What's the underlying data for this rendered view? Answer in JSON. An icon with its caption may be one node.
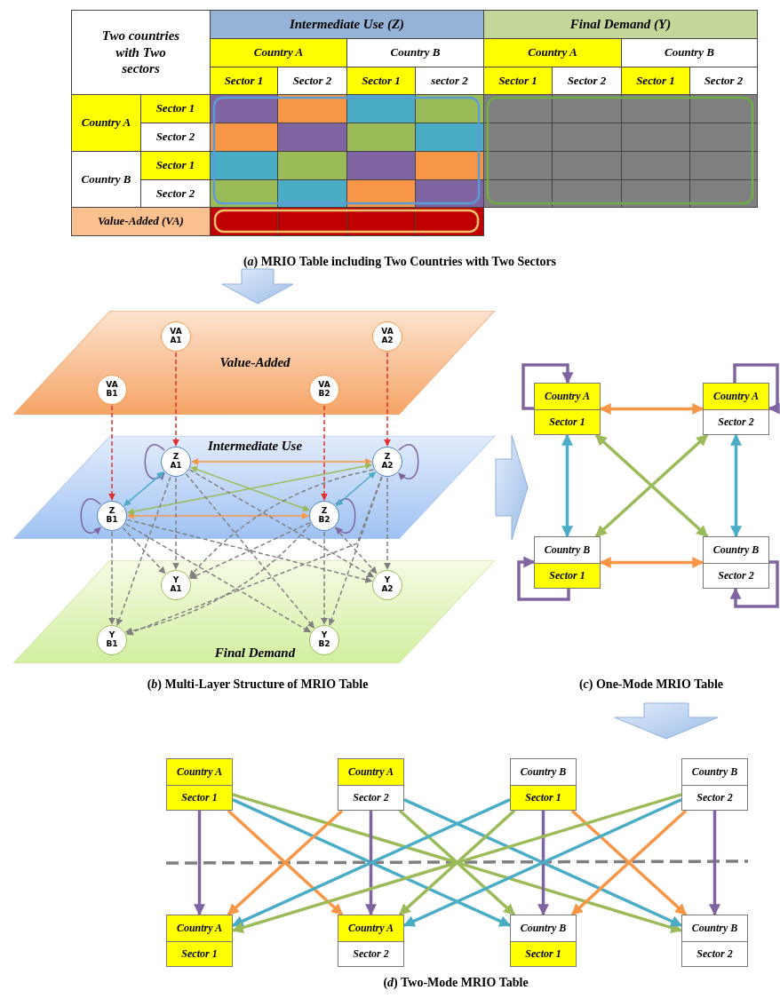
{
  "diagram": {
    "nodes": [
      {
        "text": [
          "Value-Added"
        ]
      },
      {
        "text": [
          "VA A1"
        ],
        "in": 0
      },
      {
        "text": [
          "VA A2"
        ],
        "in": 0
      },
      {
        "text": [
          "VA B1"
        ],
        "in": 0
      },
      {
        "text": [
          "VA B2"
        ],
        "in": 0
      },
      {
        "text": [
          "Intermediate Use"
        ]
      },
      {
        "text": [
          "Z A1"
        ],
        "in": 5
      },
      {
        "text": [
          "Z A2"
        ],
        "in": 5
      },
      {
        "text": [
          "Z B1"
        ],
        "in": 5
      },
      {
        "text": [
          "Z B2"
        ],
        "in": 5
      },
      {
        "text": [
          "Final Demand"
        ]
      },
      {
        "text": [
          "Y A1"
        ],
        "in": 10
      },
      {
        "text": [
          "Y A2"
        ],
        "in": 10
      },
      {
        "text": [
          "Y B1"
        ],
        "in": 10
      },
      {
        "text": [
          "Y B2"
        ],
        "in": 10
      },
      {
        "text": [
          "Country A",
          "Sector 1"
        ]
      },
      {
        "text": [
          "Country A",
          "Sector 2"
        ]
      },
      {
        "text": [
          "Country B",
          "Sector 1"
        ]
      },
      {
        "text": [
          "Country B",
          "Sector 2"
        ]
      },
      {
        "text": [
          "Country A",
          "Sector 1"
        ]
      },
      {
        "text": [
          "Country A",
          "Sector 2"
        ]
      },
      {
        "text": [
          "Country B",
          "Sector 1"
        ]
      },
      {
        "text": [
          "Country B",
          "Sector 2"
        ]
      },
      {
        "text": [
          "Country A",
          "Sector 1"
        ]
      },
      {
        "text": [
          "Country A",
          "Sector 2"
        ]
      },
      {
        "text": [
          "Country B",
          "Sector 1"
        ]
      },
      {
        "text": [
          "Country B",
          "Sector 2"
        ]
      }
    ],
    "edges": [
      {
        "from": 1,
        "to": 6,
        "arrow": "to",
        "style": "dashed",
        "color": "#e03030"
      },
      {
        "from": 2,
        "to": 7,
        "arrow": "to",
        "style": "dashed",
        "color": "#e03030"
      },
      {
        "from": 3,
        "to": 8,
        "arrow": "to",
        "style": "dashed",
        "color": "#e03030"
      },
      {
        "from": 4,
        "to": 9,
        "arrow": "to",
        "style": "dashed",
        "color": "#e03030"
      },
      {
        "from": 6,
        "to": 6,
        "arrow": "to",
        "color": "#8064a2"
      },
      {
        "from": 7,
        "to": 7,
        "arrow": "to",
        "color": "#8064a2"
      },
      {
        "from": 8,
        "to": 8,
        "arrow": "to",
        "color": "#8064a2"
      },
      {
        "from": 9,
        "to": 9,
        "arrow": "to",
        "color": "#8064a2"
      },
      {
        "from": 6,
        "to": 7,
        "arrow": "both",
        "color": "#f79646"
      },
      {
        "from": 8,
        "to": 9,
        "arrow": "both",
        "color": "#f79646"
      },
      {
        "from": 6,
        "to": 8,
        "arrow": "both",
        "color": "#4bacc6"
      },
      {
        "from": 7,
        "to": 9,
        "arrow": "both",
        "color": "#4bacc6"
      },
      {
        "from": 6,
        "to": 9,
        "arrow": "both",
        "color": "#9bbb59"
      },
      {
        "from": 7,
        "to": 8,
        "arrow": "both",
        "color": "#9bbb59"
      },
      {
        "from": 6,
        "to": 11,
        "arrow": "to",
        "style": "dashed",
        "color": "#808080"
      },
      {
        "from": 6,
        "to": 12,
        "arrow": "to",
        "style": "dashed",
        "color": "#808080"
      },
      {
        "from": 6,
        "to": 13,
        "arrow": "to",
        "style": "dashed",
        "color": "#808080"
      },
      {
        "from": 6,
        "to": 14,
        "arrow": "to",
        "style": "dashed",
        "color": "#808080"
      },
      {
        "from": 7,
        "to": 11,
        "arrow": "to",
        "style": "dashed",
        "color": "#808080"
      },
      {
        "from": 7,
        "to": 12,
        "arrow": "to",
        "style": "dashed",
        "color": "#808080"
      },
      {
        "from": 7,
        "to": 13,
        "arrow": "to",
        "style": "dashed",
        "color": "#808080"
      },
      {
        "from": 7,
        "to": 14,
        "arrow": "to",
        "style": "dashed",
        "color": "#808080"
      },
      {
        "from": 8,
        "to": 11,
        "arrow": "to",
        "style": "dashed",
        "color": "#808080"
      },
      {
        "from": 8,
        "to": 12,
        "arrow": "to",
        "style": "dashed",
        "color": "#808080"
      },
      {
        "from": 8,
        "to": 13,
        "arrow": "to",
        "style": "dashed",
        "color": "#808080"
      },
      {
        "from": 8,
        "to": 14,
        "arrow": "to",
        "style": "dashed",
        "color": "#808080"
      },
      {
        "from": 9,
        "to": 11,
        "arrow": "to",
        "style": "dashed",
        "color": "#808080"
      },
      {
        "from": 9,
        "to": 12,
        "arrow": "to",
        "style": "dashed",
        "color": "#808080"
      },
      {
        "from": 9,
        "to": 13,
        "arrow": "to",
        "style": "dashed",
        "color": "#808080"
      },
      {
        "from": 9,
        "to": 14,
        "arrow": "to",
        "style": "dashed",
        "color": "#808080"
      },
      {
        "from": 15,
        "to": 15,
        "arrow": "to",
        "style": "thick",
        "color": "#8064a2"
      },
      {
        "from": 16,
        "to": 16,
        "arrow": "to",
        "style": "thick",
        "color": "#8064a2"
      },
      {
        "from": 17,
        "to": 17,
        "arrow": "to",
        "style": "thick",
        "color": "#8064a2"
      },
      {
        "from": 18,
        "to": 18,
        "arrow": "to",
        "style": "thick",
        "color": "#8064a2"
      },
      {
        "from": 15,
        "to": 16,
        "arrow": "both",
        "style": "thick",
        "color": "#f79646"
      },
      {
        "from": 17,
        "to": 18,
        "arrow": "both",
        "style": "thick",
        "color": "#f79646"
      },
      {
        "from": 15,
        "to": 17,
        "arrow": "both",
        "style": "thick",
        "color": "#4bacc6"
      },
      {
        "from": 16,
        "to": 18,
        "arrow": "both",
        "style": "thick",
        "color": "#4bacc6"
      },
      {
        "from": 15,
        "to": 18,
        "arrow": "both",
        "style": "thick",
        "color": "#9bbb59"
      },
      {
        "from": 16,
        "to": 17,
        "arrow": "both",
        "style": "thick",
        "color": "#9bbb59"
      },
      {
        "from": 19,
        "to": 23,
        "arrow": "to",
        "style": "thick",
        "color": "#8064a2"
      },
      {
        "from": 19,
        "to": 24,
        "arrow": "to",
        "style": "thick",
        "color": "#f79646"
      },
      {
        "from": 19,
        "to": 25,
        "arrow": "to",
        "style": "thick",
        "color": "#4bacc6"
      },
      {
        "from": 19,
        "to": 26,
        "arrow": "to",
        "style": "thick",
        "color": "#9bbb59"
      },
      {
        "from": 20,
        "to": 23,
        "arrow": "to",
        "style": "thick",
        "color": "#f79646"
      },
      {
        "from": 20,
        "to": 24,
        "arrow": "to",
        "style": "thick",
        "color": "#8064a2"
      },
      {
        "from": 20,
        "to": 25,
        "arrow": "to",
        "style": "thick",
        "color": "#9bbb59"
      },
      {
        "from": 20,
        "to": 26,
        "arrow": "to",
        "style": "thick",
        "color": "#4bacc6"
      },
      {
        "from": 21,
        "to": 23,
        "arrow": "to",
        "style": "thick",
        "color": "#4bacc6"
      },
      {
        "from": 21,
        "to": 24,
        "arrow": "to",
        "style": "thick",
        "color": "#9bbb59"
      },
      {
        "from": 21,
        "to": 25,
        "arrow": "to",
        "style": "thick",
        "color": "#8064a2"
      },
      {
        "from": 21,
        "to": 26,
        "arrow": "to",
        "style": "thick",
        "color": "#f79646"
      },
      {
        "from": 22,
        "to": 23,
        "arrow": "to",
        "style": "thick",
        "color": "#9bbb59"
      },
      {
        "from": 22,
        "to": 24,
        "arrow": "to",
        "style": "thick",
        "color": "#4bacc6"
      },
      {
        "from": 22,
        "to": 25,
        "arrow": "to",
        "style": "thick",
        "color": "#f79646"
      },
      {
        "from": 22,
        "to": 26,
        "arrow": "to",
        "style": "thick",
        "color": "#8064a2"
      }
    ],
    "labels": [
      "Two countries with Two sectors",
      "Intermediate Use (Z)",
      "Final Demand (Y)",
      "Country A",
      "Country B",
      "Country A",
      "Country B",
      "Sector 1",
      "Sector 2",
      "Sector 1",
      "sector 2",
      "Sector 1",
      "Sector 2",
      "Sector 1",
      "Sector 2",
      "Country A",
      "Sector 1",
      "Sector 2",
      "Country B",
      "Sector 1",
      "Sector 2",
      "Value-Added (VA)",
      "(*a*) MRIO Table including Two Countries with Two Sectors",
      "(*b*) Multi-Layer Structure of MRIO Table",
      "(*c*) One-Mode MRIO Table",
      "(*d*) Two-Mode MRIO Table"
    ]
  }
}
